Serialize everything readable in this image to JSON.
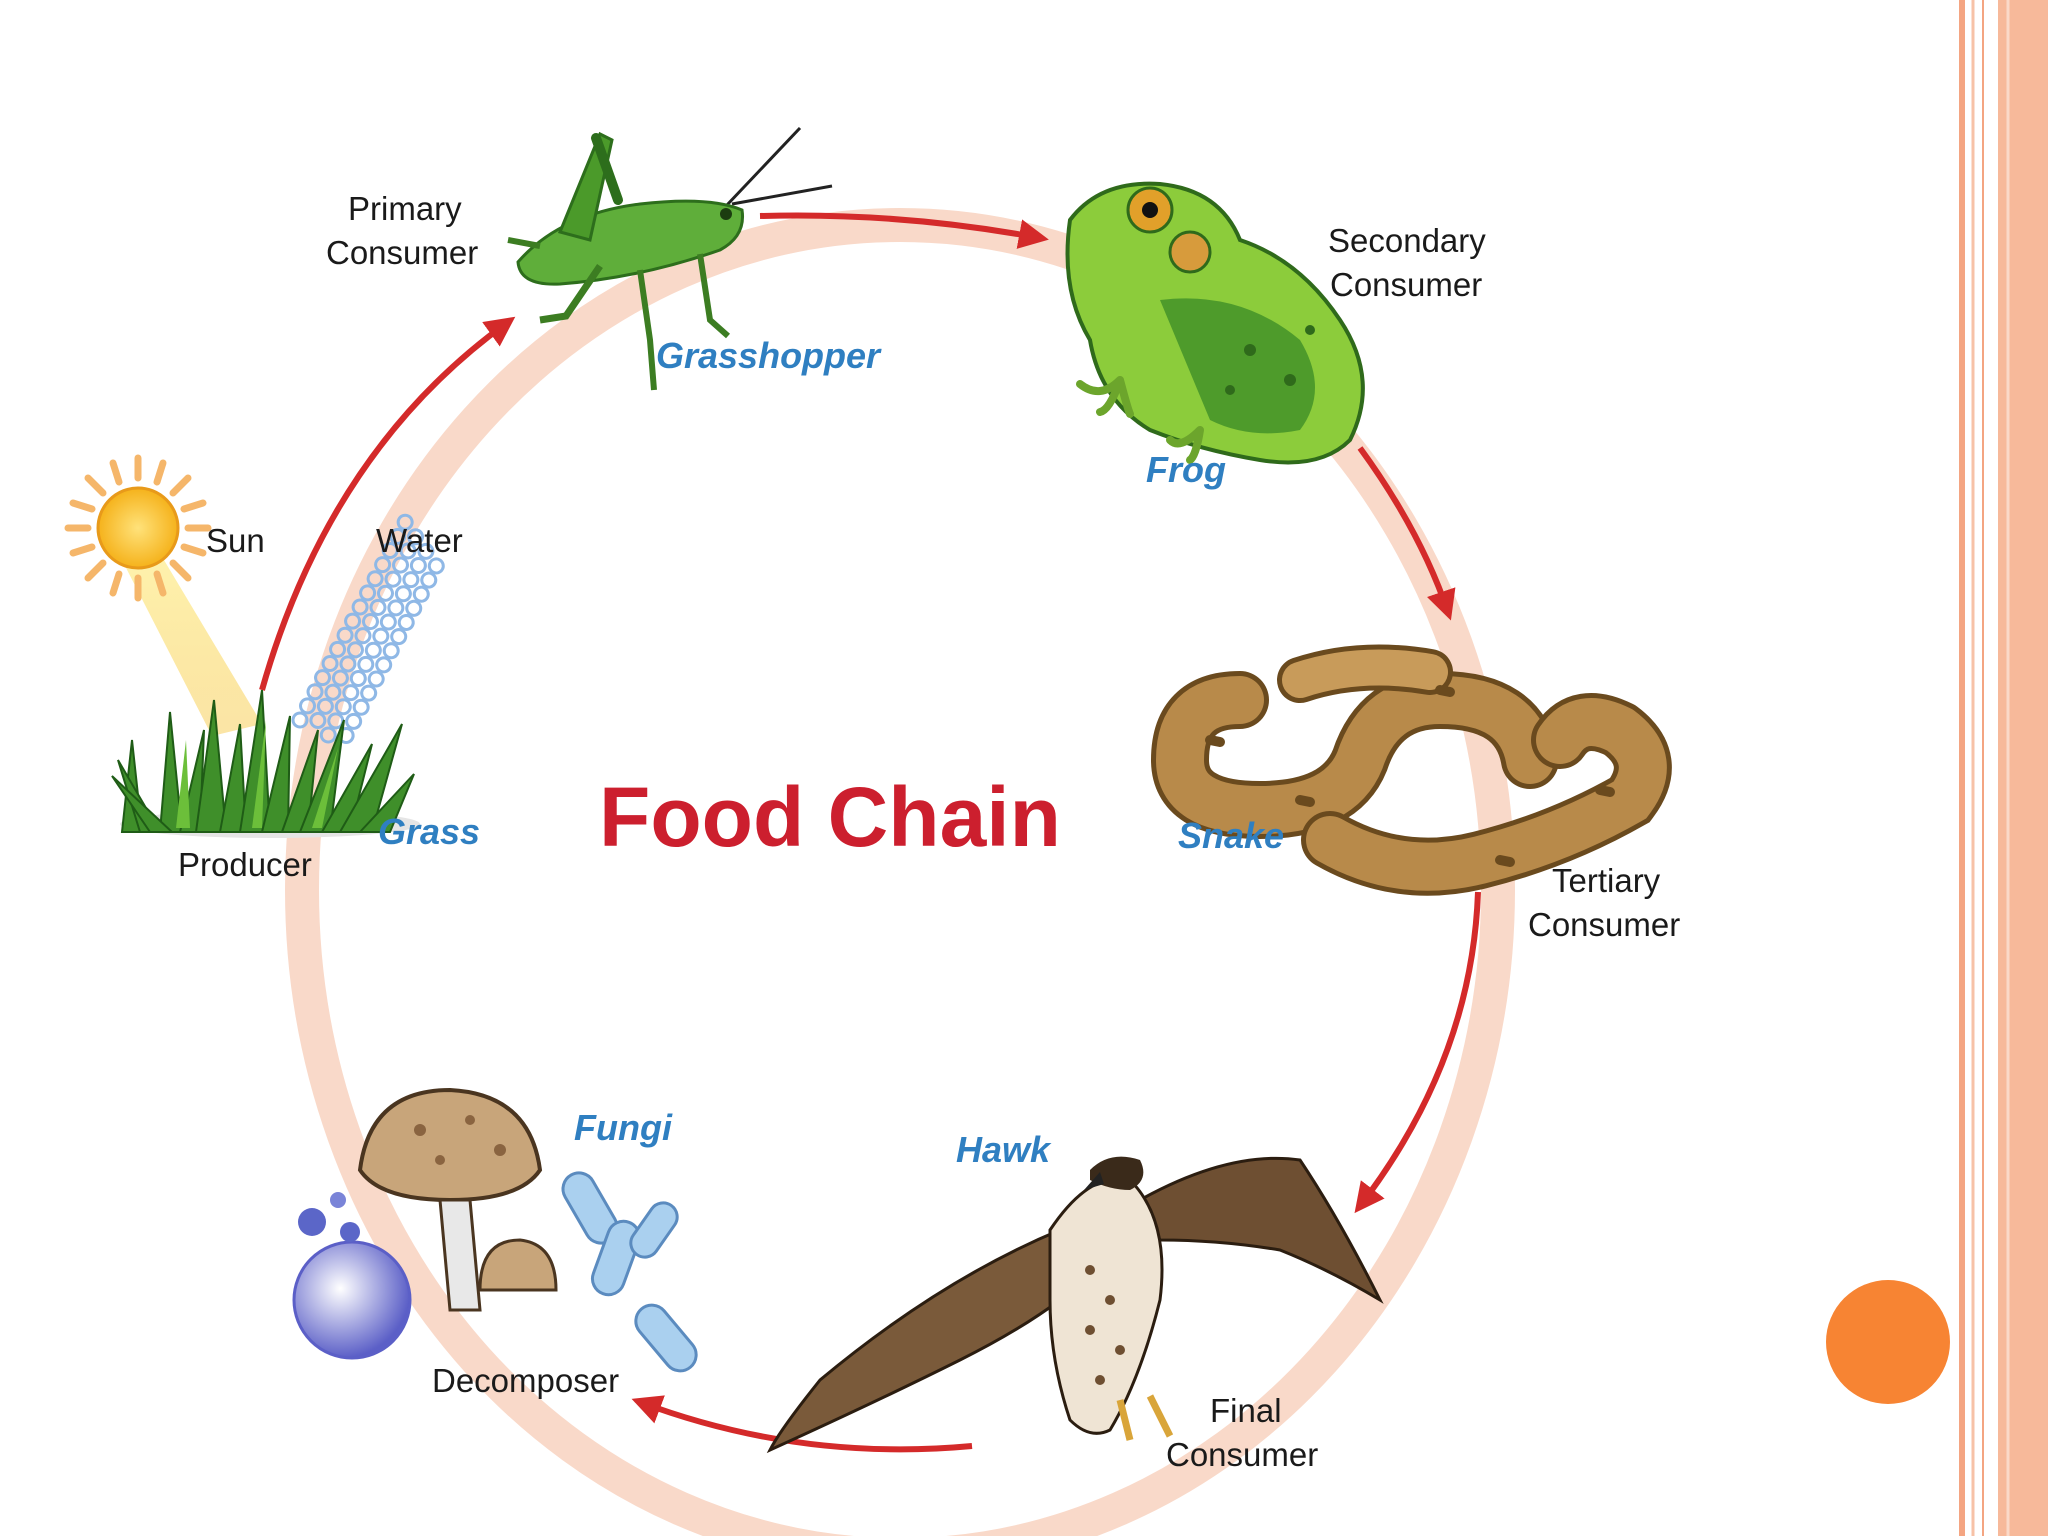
{
  "title": "Food Chain",
  "colors": {
    "title": "#cc1f2e",
    "organism_label": "#2f7fc1",
    "role_label": "#1a1a1a",
    "cycle_ring": "#f9d9c9",
    "arrow": "#d42a2a",
    "slide_accent": "#f4a582",
    "slide_dot": "#f78433"
  },
  "inputs": {
    "sun": "Sun",
    "water": "Water"
  },
  "nodes": [
    {
      "organism": "Grass",
      "role_line1": "Producer",
      "role_line2": "",
      "icon": "grass-icon"
    },
    {
      "organism": "Grasshopper",
      "role_line1": "Primary",
      "role_line2": "Consumer",
      "icon": "grasshopper-icon"
    },
    {
      "organism": "Frog",
      "role_line1": "Secondary",
      "role_line2": "Consumer",
      "icon": "frog-icon"
    },
    {
      "organism": "Snake",
      "role_line1": "Tertiary",
      "role_line2": "Consumer",
      "icon": "snake-icon"
    },
    {
      "organism": "Hawk",
      "role_line1": "Final",
      "role_line2": "Consumer",
      "icon": "hawk-icon"
    },
    {
      "organism": "Fungi",
      "role_line1": "Decomposer",
      "role_line2": "",
      "icon": "fungi-icon"
    }
  ],
  "edges": [
    {
      "from": "Grass",
      "to": "Grasshopper"
    },
    {
      "from": "Grasshopper",
      "to": "Frog"
    },
    {
      "from": "Frog",
      "to": "Snake"
    },
    {
      "from": "Snake",
      "to": "Hawk"
    },
    {
      "from": "Hawk",
      "to": "Fungi"
    }
  ]
}
